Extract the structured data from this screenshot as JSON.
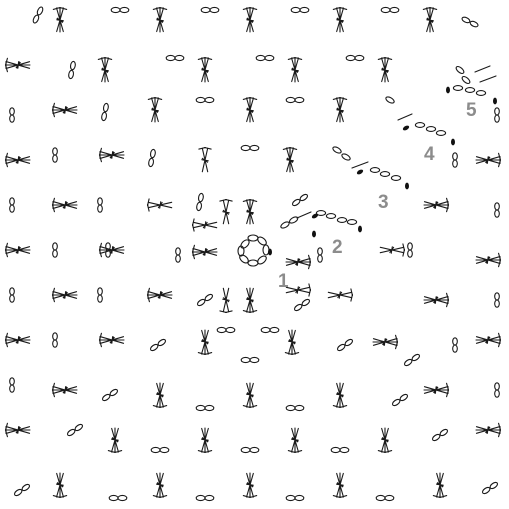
{
  "diagram": {
    "round_labels": [
      "1",
      "2",
      "3",
      "4",
      "5"
    ]
  }
}
